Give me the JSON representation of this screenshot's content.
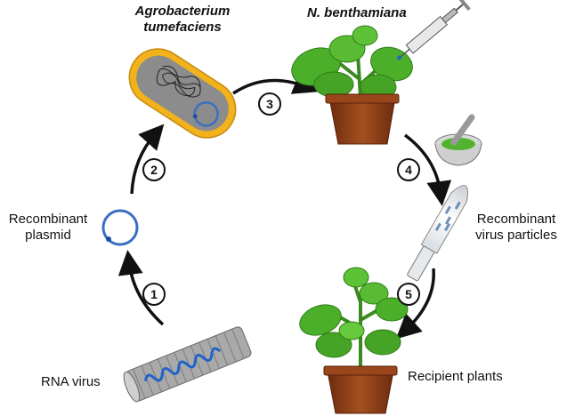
{
  "labels": {
    "agrobacterium_line1": "Agrobacterium",
    "agrobacterium_line2": "tumefaciens",
    "nbenthamiana": "N. benthamiana",
    "recombinant_plasmid_line1": "Recombinant",
    "recombinant_plasmid_line2": "plasmid",
    "recombinant_virus_line1": "Recombinant",
    "recombinant_virus_line2": "virus particles",
    "rna_virus": "RNA virus",
    "recipient_plants": "Recipient plants"
  },
  "steps": [
    "1",
    "2",
    "3",
    "4",
    "5"
  ],
  "colors": {
    "arrow": "#111111",
    "plasmid": "#3a6fc4",
    "bacterium_outer": "#f2b21c",
    "bacterium_inner": "#8c8c8c",
    "leaf": "#4caf2a",
    "pot": "#8b3a16",
    "virus_rod": "#9a9a9a"
  }
}
